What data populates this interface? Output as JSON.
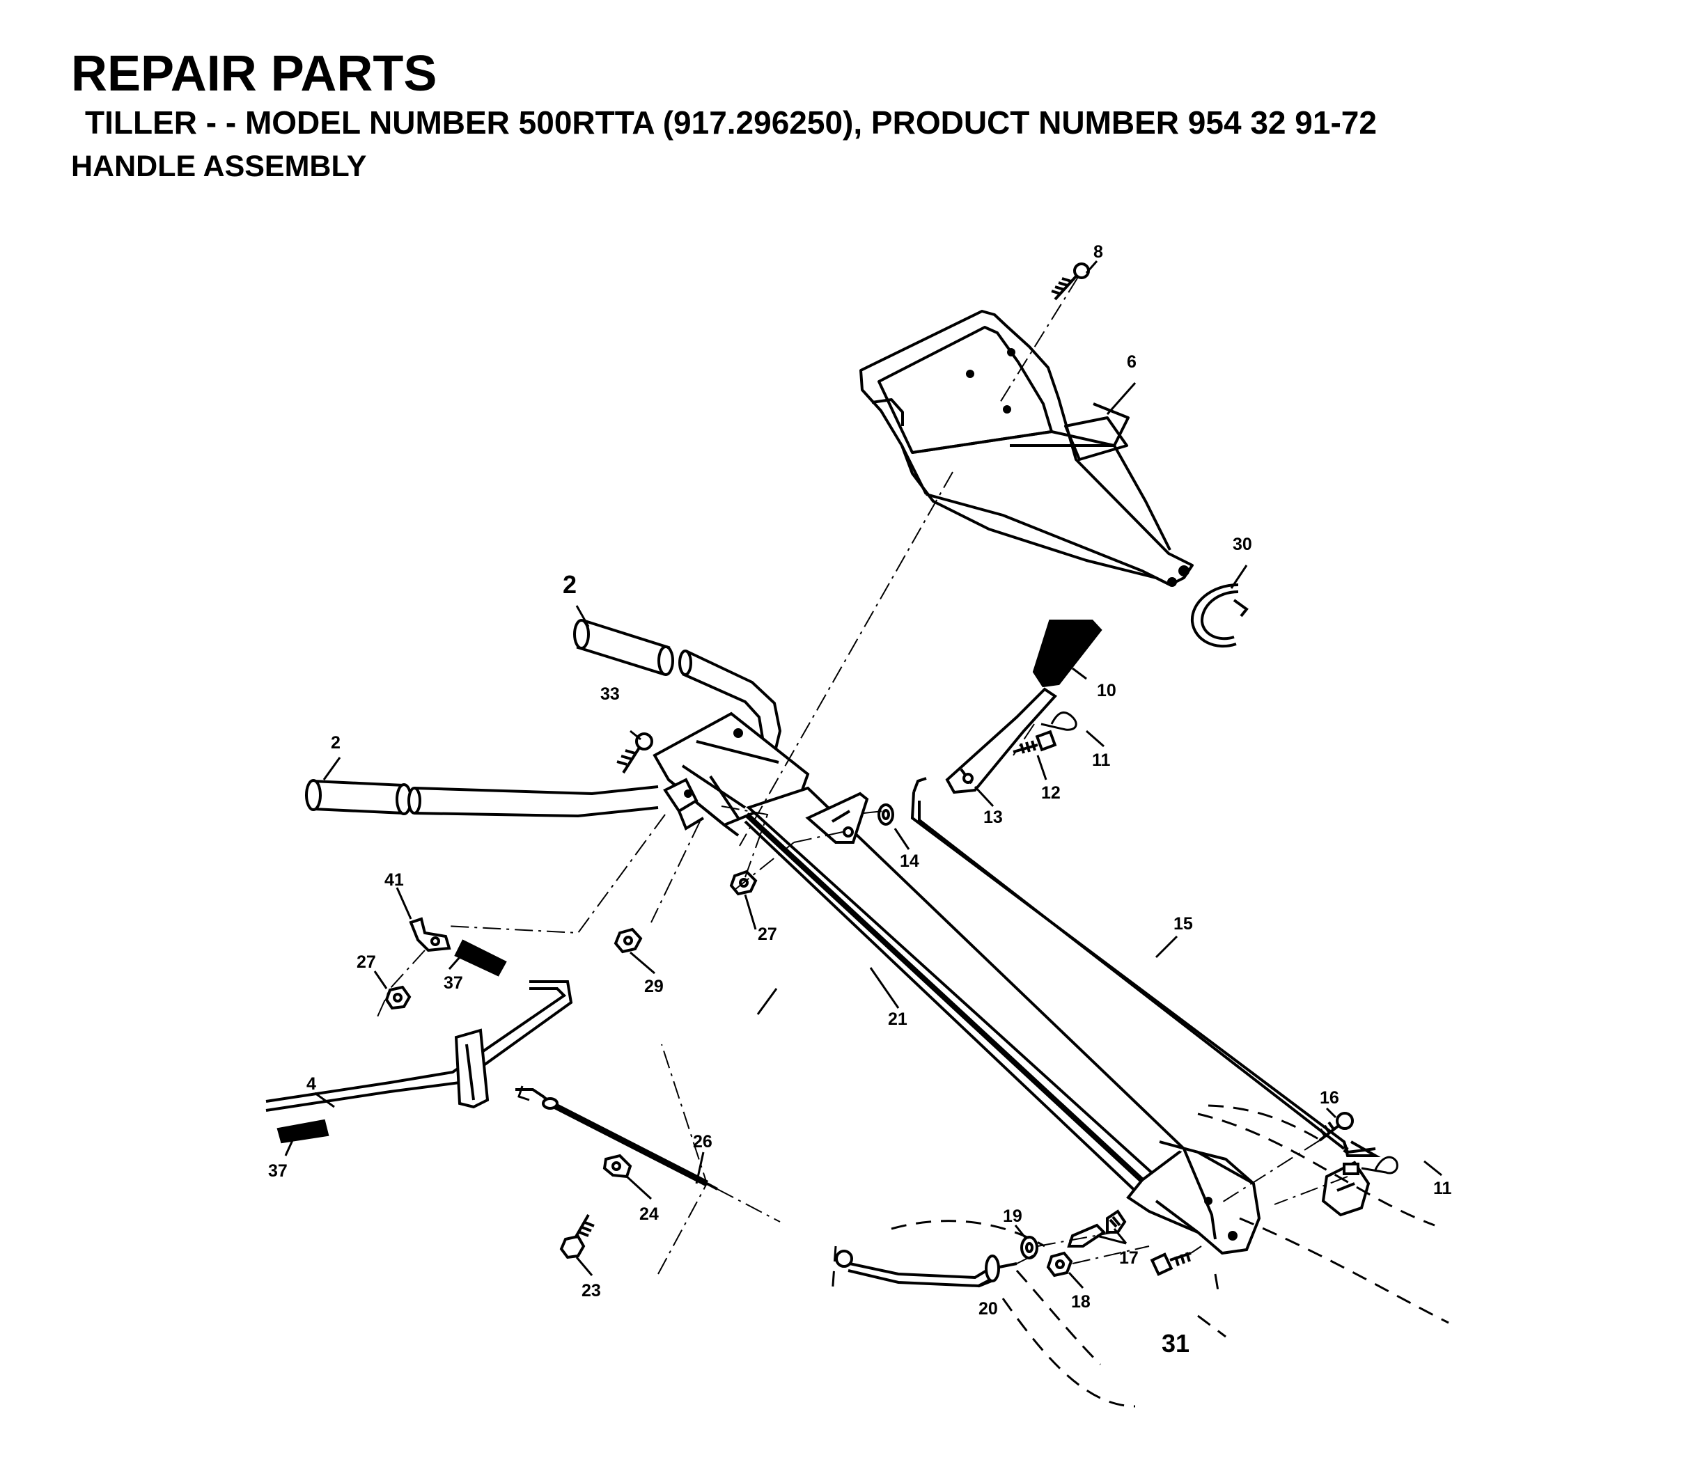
{
  "header": {
    "title": "REPAIR PARTS",
    "subtitle": "TILLER - - MODEL NUMBER 500RTTA (917.296250), PRODUCT NUMBER 954 32 91-72",
    "section": "HANDLE ASSEMBLY"
  },
  "callouts": {
    "c2a": "2",
    "c2b": "2",
    "c4": "4",
    "c6": "6",
    "c8": "8",
    "c10": "10",
    "c11a": "11",
    "c11b": "11",
    "c12": "12",
    "c13": "13",
    "c14": "14",
    "c15": "15",
    "c16": "16",
    "c17": "17",
    "c18": "18",
    "c19": "19",
    "c20": "20",
    "c21": "21",
    "c23": "23",
    "c24": "24",
    "c26": "26",
    "c27a": "27",
    "c27b": "27",
    "c29": "29",
    "c30": "30",
    "c31": "31",
    "c33": "33",
    "c37a": "37",
    "c37b": "37",
    "c41": "41"
  }
}
